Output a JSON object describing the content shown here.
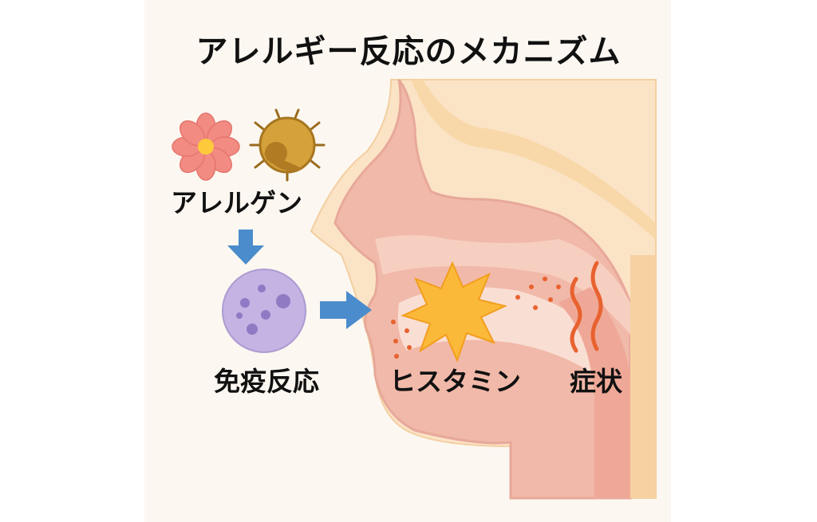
{
  "title": "アレルギー反応のメカニズム",
  "labels": {
    "allergen": "アレルゲン",
    "immune_response": "免疫反応",
    "histamine": "ヒスタミン",
    "symptoms": "症状"
  },
  "icons": [
    "pollen-flower-icon",
    "dust-mite-icon",
    "down-arrow-icon",
    "immune-cell-icon",
    "right-arrow-icon",
    "histamine-burst-icon",
    "symptom-wave-icon"
  ],
  "colors": {
    "background": "#fcf7f1",
    "skin": "#f3c6b6",
    "skin_outline": "#e7a89a",
    "arrow": "#4a8ccc",
    "flower": "#f28b82",
    "flower_center": "#ffc93c",
    "mite": "#d4a13a",
    "immune_cell": "#b9a8dc",
    "histamine": "#fbb93a",
    "symptom": "#e8622f"
  }
}
